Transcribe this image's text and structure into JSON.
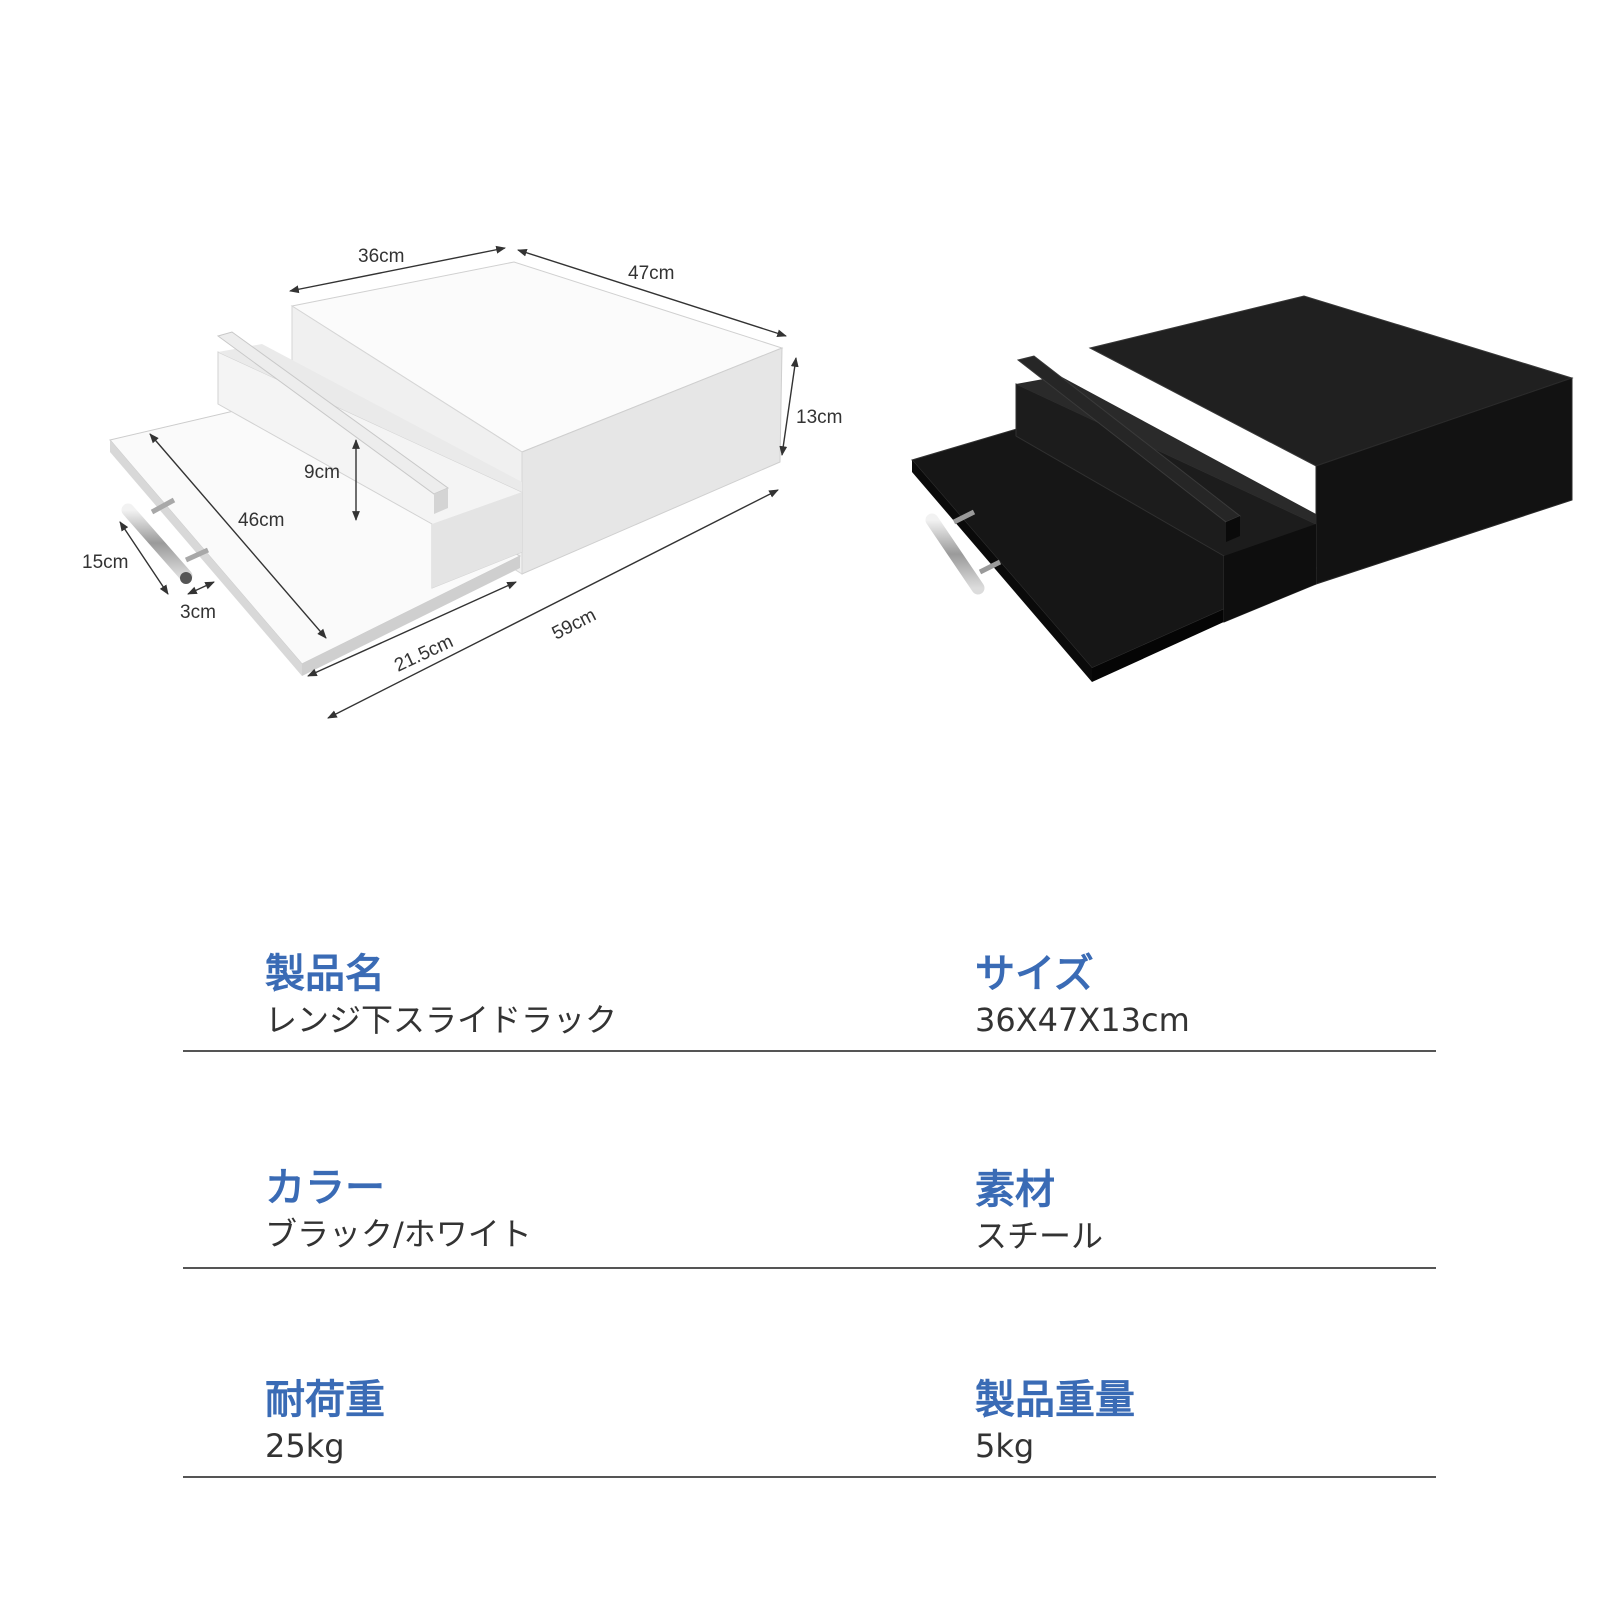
{
  "dimensions": {
    "top_width": "36cm",
    "depth": "47cm",
    "height": "13cm",
    "inner_height": "9cm",
    "tray_depth": "46cm",
    "handle_length": "15cm",
    "handle_offset": "3cm",
    "tray_width": "21.5cm",
    "total_depth": "59cm"
  },
  "specs": [
    {
      "title": "製品名",
      "value": "レンジ下スライドラック"
    },
    {
      "title": "サイズ",
      "value": "36X47X13cm"
    },
    {
      "title": "カラー",
      "value": "ブラック/ホワイト"
    },
    {
      "title": "素材",
      "value": "スチール"
    },
    {
      "title": "耐荷重",
      "value": "25kg"
    },
    {
      "title": "製品重量",
      "value": "5kg"
    }
  ],
  "colors": {
    "accent": "#3a6bb5",
    "text": "#333333",
    "rule": "#555555"
  }
}
